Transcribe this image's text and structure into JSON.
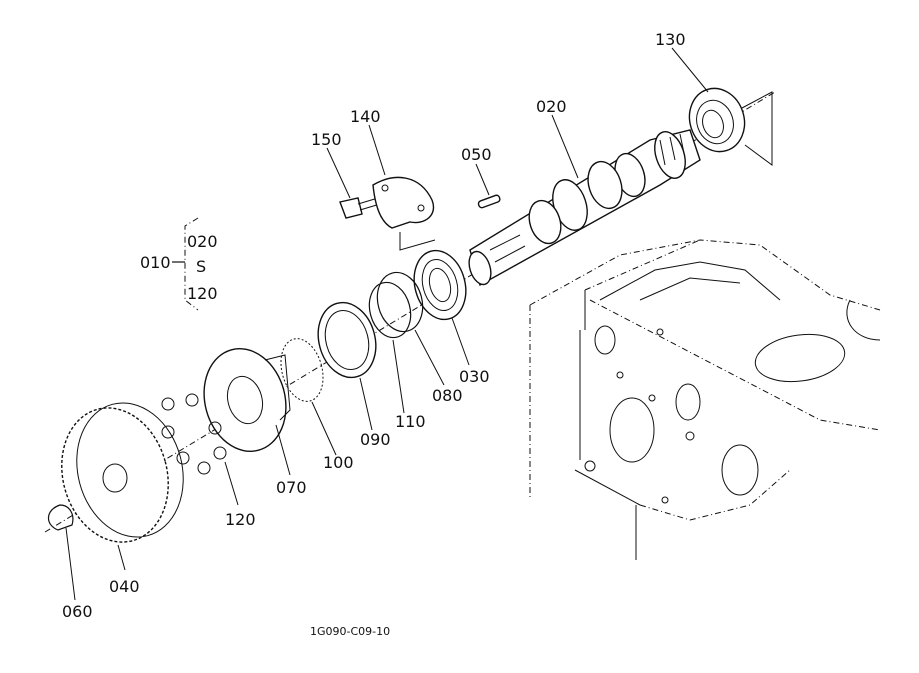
{
  "diagram": {
    "part_labels": {
      "p010": "010",
      "p020": "020",
      "p020_group": "020",
      "p030": "030",
      "p040": "040",
      "p050": "050",
      "p060": "060",
      "p070": "070",
      "p080": "080",
      "p090": "090",
      "p100": "100",
      "p110": "110",
      "p120": "120",
      "p120_group": "120",
      "p130": "130",
      "p140": "140",
      "p150": "150"
    },
    "group_range_symbol": "S",
    "drawing_code": "1G090-C09-10"
  }
}
